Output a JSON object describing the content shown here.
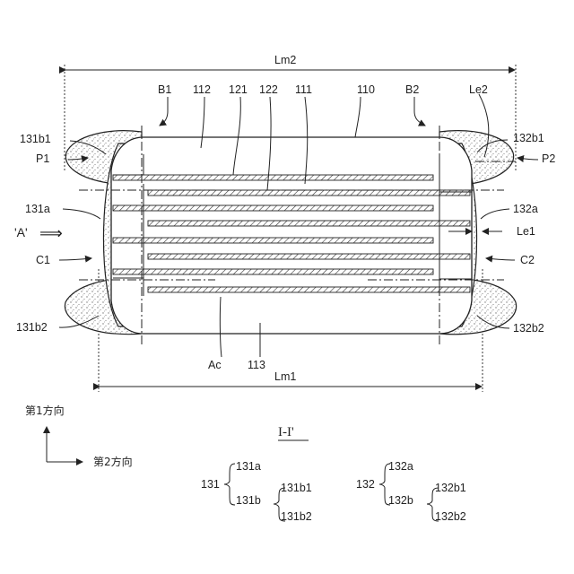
{
  "figure": {
    "section_label": "I-I'",
    "view_label": "'A'",
    "view_arrow": "⟹",
    "axis_vertical_label": "第1方向",
    "axis_horizontal_label": "第2方向",
    "labels": {
      "lm2": "Lm2",
      "lm1": "Lm1",
      "b1": "B1",
      "b2": "B2",
      "n112": "112",
      "n121": "121",
      "n122": "122",
      "n111": "111",
      "n110": "110",
      "n113": "113",
      "ac": "Ac",
      "le1": "Le1",
      "le2": "Le2",
      "c131b1": "131b1",
      "c131a": "131a",
      "c131b2": "131b2",
      "c132b1": "132b1",
      "c132a": "132a",
      "c132b2": "132b2",
      "p1": "P1",
      "p2": "P2",
      "c1": "C1",
      "c2": "C2"
    },
    "legend_tree": {
      "left": {
        "root": "131",
        "child_a": "131a",
        "child_b": "131b",
        "grand_1": "131b1",
        "grand_2": "131b2"
      },
      "right": {
        "root": "132",
        "child_a": "132a",
        "child_b": "132b",
        "grand_1": "132b1",
        "grand_2": "132b2"
      }
    }
  }
}
